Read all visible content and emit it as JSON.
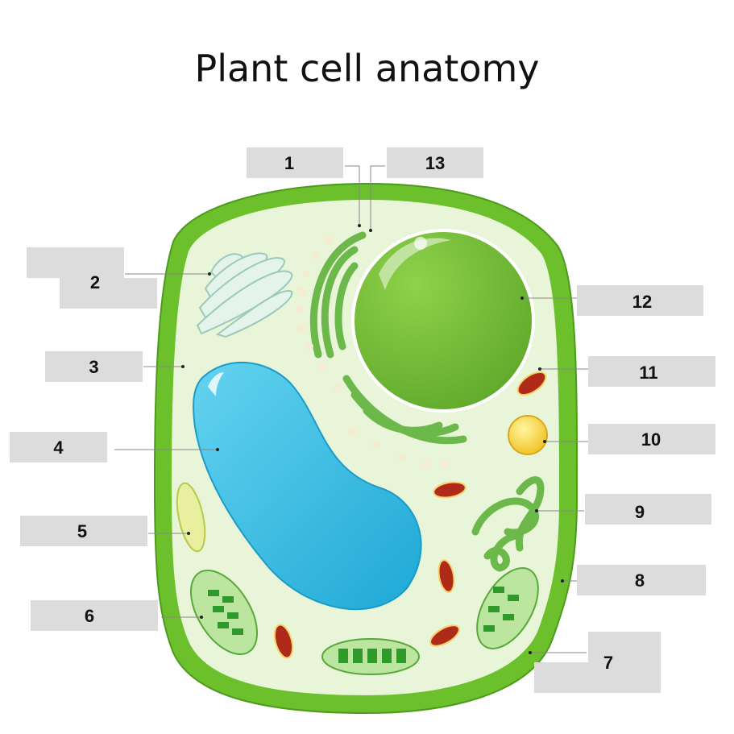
{
  "title": "Plant cell anatomy",
  "labels": [
    "1",
    "2",
    "3",
    "4",
    "5",
    "6",
    "7",
    "8",
    "9",
    "10",
    "11",
    "12",
    "13"
  ],
  "colors": {
    "cell_wall": "#6cc02c",
    "cytoplasm": "#e8f5d8",
    "vacuole": "#3bbfe0",
    "nucleus": "#7cc133",
    "mitochondria": "#b02a1a",
    "label_box": "#dcdcdc"
  }
}
